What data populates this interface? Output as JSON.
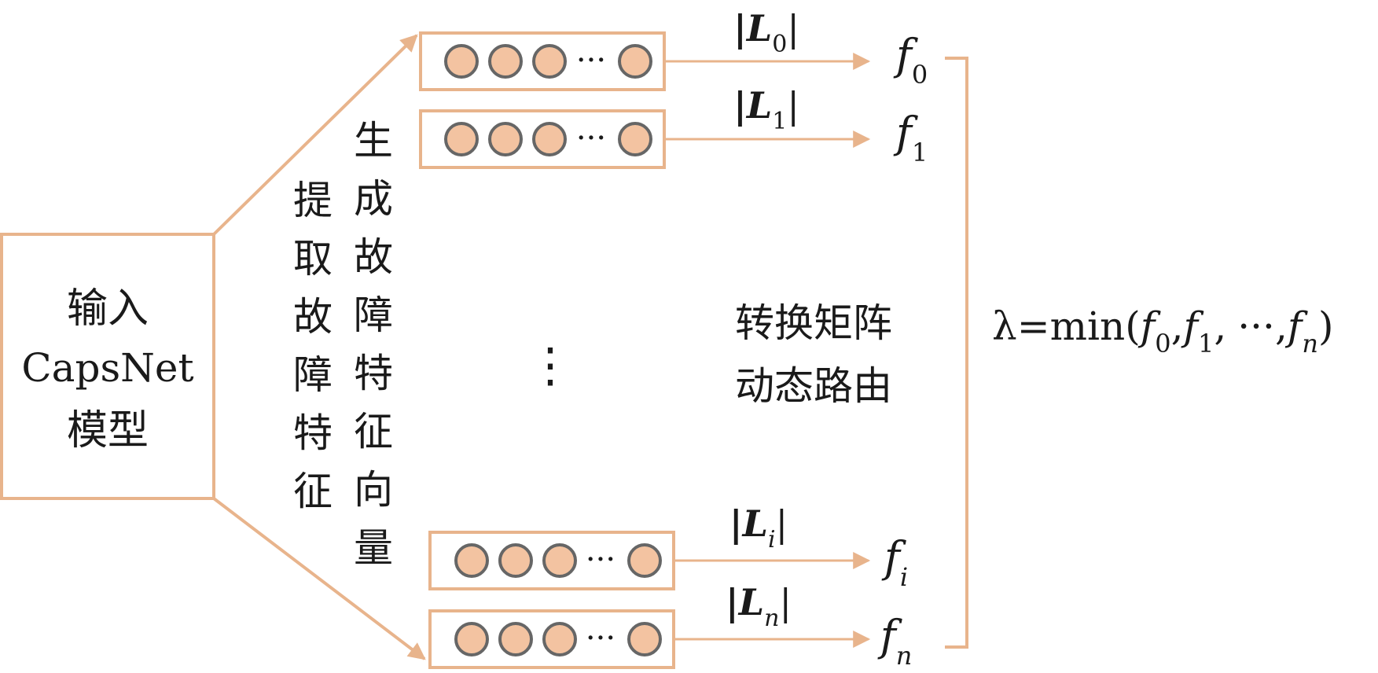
{
  "colors": {
    "accent": "#e8b48c",
    "node_fill": "#f3c3a1",
    "node_stroke": "#666666",
    "text": "#1a1a1a"
  },
  "input_box": {
    "lines": [
      "输入",
      "CapsNet",
      "模型"
    ]
  },
  "extract_label": [
    "提",
    "取",
    "故",
    "障",
    "特",
    "征"
  ],
  "generate_label": [
    "生",
    "成",
    "故",
    "障",
    "特",
    "征",
    "向",
    "量"
  ],
  "vectors": [
    {
      "id": "0",
      "edge_label": "|L",
      "edge_sub": "0",
      "edge_close": "|",
      "output": "f",
      "output_sub": "0",
      "dots": "···"
    },
    {
      "id": "1",
      "edge_label": "|L",
      "edge_sub": "1",
      "edge_close": "|",
      "output": "f",
      "output_sub": "1",
      "dots": "···"
    },
    {
      "id": "i",
      "edge_label": "|L",
      "edge_sub": "i",
      "edge_close": "|",
      "output": "f",
      "output_sub": "i",
      "dots": "···"
    },
    {
      "id": "n",
      "edge_label": "|L",
      "edge_sub": "n",
      "edge_close": "|",
      "output": "f",
      "output_sub": "n",
      "dots": "···"
    }
  ],
  "middle_dots": "⋮",
  "routing_label": [
    "转换矩阵",
    "动态路由"
  ],
  "formula": {
    "lhs": "λ=min(",
    "f": "f",
    "sub0": "0",
    "sub1": "1",
    "subn": "n",
    "comma": ",",
    "ellipsis": "···",
    "close": ")"
  }
}
